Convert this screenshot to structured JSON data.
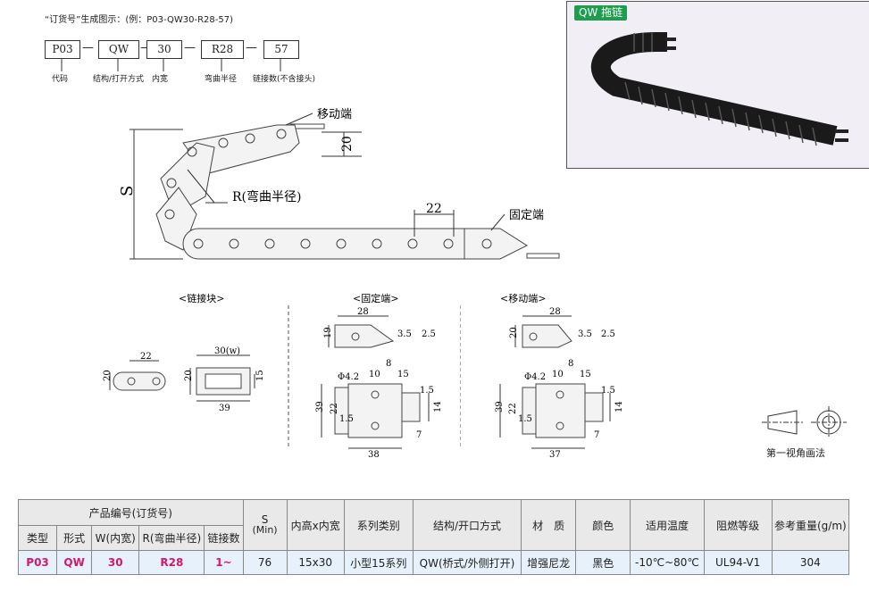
{
  "order_code": {
    "title": "“订货号”生成图示：(例：P03-QW30-R28-57)",
    "parts": [
      {
        "value": "P03",
        "label": "代码"
      },
      {
        "value": "QW",
        "label": "结构/打开方式"
      },
      {
        "value": "30",
        "label": "内宽"
      },
      {
        "value": "R28",
        "label": "弯曲半径"
      },
      {
        "value": "57",
        "label": "链接数(不含接头)"
      }
    ]
  },
  "photo": {
    "tag": "QW 拖链"
  },
  "main_drawing": {
    "moving_end": "移动端",
    "fixed_end": "固定端",
    "radius": "R(弯曲半径)",
    "s": "S",
    "dim_20": "20",
    "dim_22": "22"
  },
  "views": {
    "link_block": {
      "title": "<链接块>",
      "w": "30(w)",
      "d22": "22",
      "d20a": "20",
      "d20b": "20",
      "d15": "15",
      "d39": "39"
    },
    "fixed_end": {
      "title": "<固定端>",
      "d28": "28",
      "d19": "19",
      "d35": "3.5",
      "d25": "2.5",
      "phi": "Φ4.2",
      "d10": "10",
      "d8": "8",
      "d15": "15",
      "d15b": "1.5",
      "d39": "39",
      "d22": "22",
      "d14": "14",
      "d7": "7",
      "d38": "38",
      "d15c": "1.5"
    },
    "moving_end": {
      "title": "<移动端>",
      "d28": "28",
      "d20": "20",
      "d35": "3.5",
      "d25": "2.5",
      "phi": "Φ4.2",
      "d10": "10",
      "d8": "8",
      "d15": "15",
      "d15b": "1.5",
      "d39": "39",
      "d22": "22",
      "d14": "14",
      "d7": "7",
      "d37": "37",
      "d15c": "1.5"
    }
  },
  "projection_label": "第一视角画法",
  "table": {
    "group_header": "产品编号(订货号)",
    "cols": [
      "类型",
      "形式",
      "W(内宽)",
      "R(弯曲半径)",
      "链接数"
    ],
    "s_header": "S",
    "s_sub": "(Min)",
    "other_headers": [
      "内高x内宽",
      "系列类别",
      "结构/开口方式",
      "材　质",
      "颜色",
      "适用温度",
      "阻燃等级",
      "参考重量(g/m)"
    ],
    "row": {
      "type": "P03",
      "form": "QW",
      "w": "30",
      "r": "R28",
      "links": "1~",
      "s": "76",
      "size": "15x30",
      "series": "小型15系列",
      "structure": "QW(桥式/外侧打开)",
      "material": "增强尼龙",
      "color": "黑色",
      "temp": "-10℃~80℃",
      "flame": "UL94-V1",
      "weight": "304"
    }
  }
}
